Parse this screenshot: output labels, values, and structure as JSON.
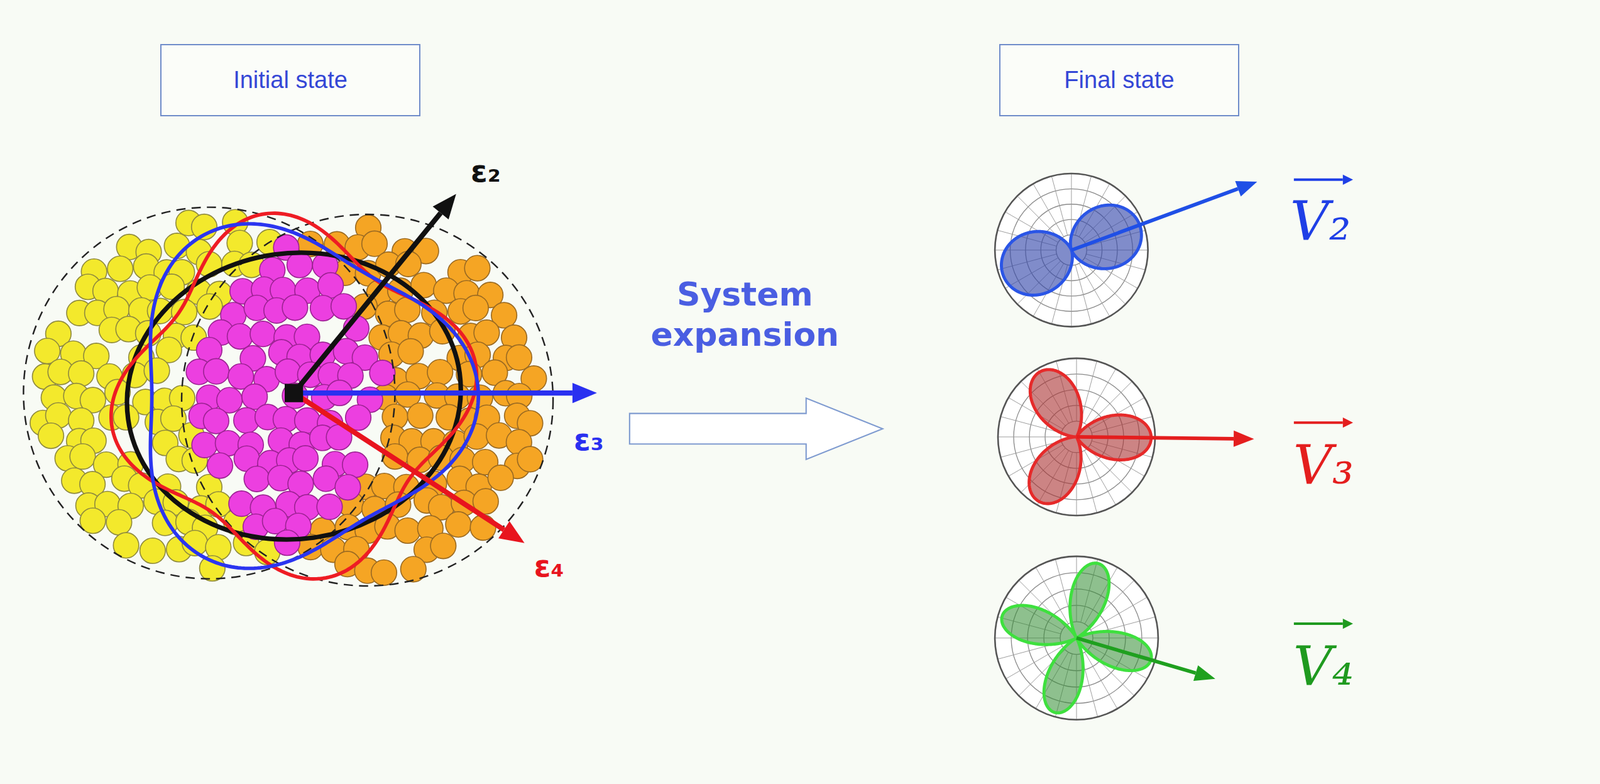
{
  "diagram": {
    "nodes": [
      {
        "text": [
          "Initial state"
        ]
      },
      {
        "text": [
          "Final state"
        ]
      }
    ],
    "labels": [
      "ε₂",
      "ε₃",
      "ε₄",
      "System expansion",
      "V₂",
      "V₃",
      "V₄"
    ]
  }
}
